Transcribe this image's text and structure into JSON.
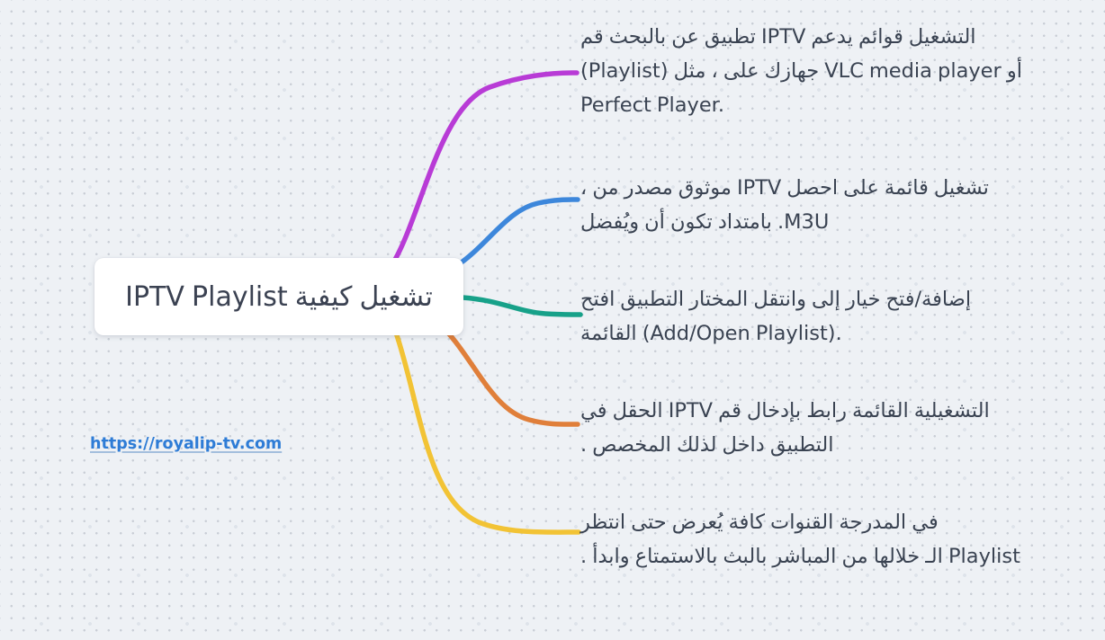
{
  "root": {
    "label": "IPTV Playlist كيفية تشغيل"
  },
  "branches": [
    {
      "name": "search-app",
      "color": "#b83bd6",
      "lines": [
        "قم بالبحث عن تطبيق IPTV يدعم قوائم التشغيل",
        "(Playlist) مثل ، على جهازك VLC media player أو",
        "Perfect Player."
      ]
    },
    {
      "name": "get-playlist",
      "color": "#3d87db",
      "lines": [
        "، من مصدر موثوق IPTV احصل على قائمة تشغيل",
        "ويُفضل أن تكون بامتداد .M3U"
      ]
    },
    {
      "name": "open-add-playlist",
      "color": "#17a189",
      "lines": [
        "افتح التطبيق المختار وانتقل إلى خيار إضافة/فتح",
        "القائمة (Add/Open Playlist)."
      ]
    },
    {
      "name": "enter-link",
      "color": "#e07f3a",
      "lines": [
        "في الحقل IPTV قم بإدخال رابط القائمة التشغيلية",
        ". المخصص لذلك داخل التطبيق"
      ]
    },
    {
      "name": "wait-and-watch",
      "color": "#f2c335",
      "lines": [
        "انتظر حتى يُعرض كافة القنوات المدرجة في",
        ". وابدأ بالاستمتاع بالبث المباشر من خلالها الـ Playlist"
      ]
    }
  ],
  "watermark": {
    "url_text": "https://royalip-tv.com",
    "color": "#2e7cd6"
  }
}
